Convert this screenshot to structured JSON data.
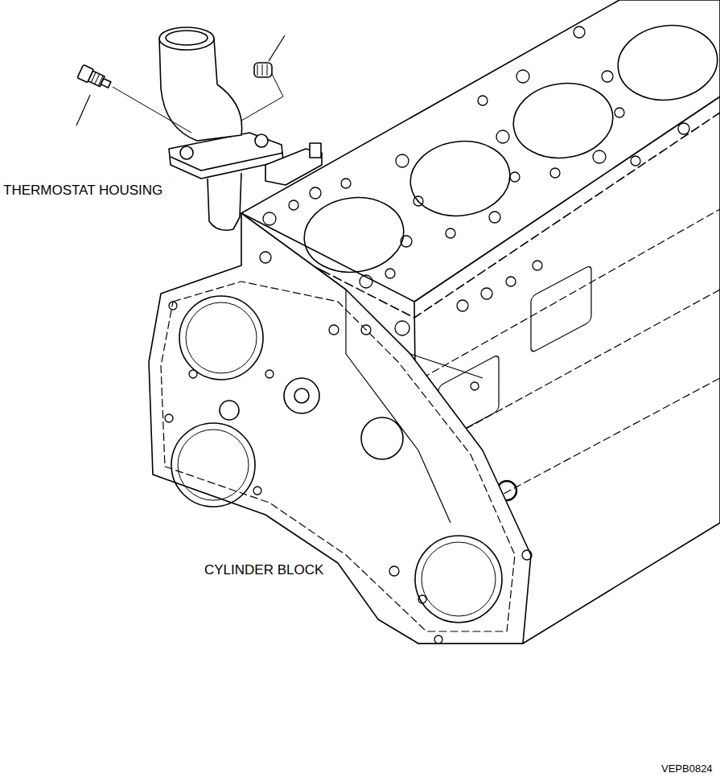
{
  "diagram": {
    "labels": [
      "THERMOSTAT HOUSING",
      "CYLINDER BLOCK",
      "VEPB0824"
    ]
  }
}
